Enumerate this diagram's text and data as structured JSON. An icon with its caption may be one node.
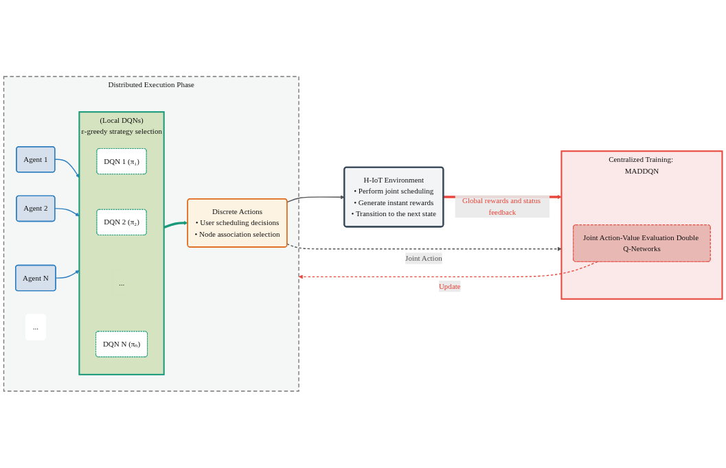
{
  "diagram": {
    "nodes": [
      {
        "text": [
          "Distributed Execution Phase"
        ]
      },
      {
        "text": [
          "Agent 1"
        ],
        "in": 0
      },
      {
        "text": [
          "Agent 2"
        ],
        "in": 0
      },
      {
        "text": [
          "..."
        ],
        "in": 0
      },
      {
        "text": [
          "Agent N"
        ],
        "in": 0
      },
      {
        "text": [
          "(Local DQNs)",
          "ε-greedy strategy selection"
        ],
        "in": 0
      },
      {
        "text": [
          "DQN 1 (π₁)"
        ],
        "in": 5
      },
      {
        "text": [
          "DQN 2 (π₂)"
        ],
        "in": 5
      },
      {
        "text": [
          "..."
        ],
        "in": 5
      },
      {
        "text": [
          "DQN N (πₙ)"
        ],
        "in": 5
      },
      {
        "text": [
          "Discrete Actions",
          "• User scheduling decisions",
          "• Node association selection"
        ],
        "in": 0
      },
      {
        "text": [
          "H-IoT Environment",
          "• Perform joint scheduling",
          "• Generate instant rewards",
          "• Transition to the next state"
        ]
      },
      {
        "text": [
          "Centralized Training: MADDQN"
        ]
      },
      {
        "text": [
          "Joint Action-Value Evaluation Double Q-Networks"
        ],
        "in": 12
      }
    ],
    "edges": [
      {
        "from": 1,
        "to": 5,
        "arrow": "to"
      },
      {
        "from": 2,
        "to": 5,
        "arrow": "to"
      },
      {
        "from": 4,
        "to": 5,
        "arrow": "to"
      },
      {
        "from": 5,
        "to": 10,
        "arrow": "to",
        "style": "thick",
        "color": "#1a9a7a"
      },
      {
        "from": 10,
        "to": 11,
        "arrow": "to",
        "color": "#555555"
      },
      {
        "from": 11,
        "to": 12,
        "arrow": "to",
        "label": "Global rewards and status feedback",
        "style": "thick",
        "color": "#e8473c"
      },
      {
        "from": 10,
        "to": 12,
        "arrow": "to",
        "label": "Joint Action",
        "style": "dashed",
        "color": "#555555"
      },
      {
        "from": 13,
        "to": 0,
        "arrow": "to",
        "label": "Update",
        "style": "dashed",
        "color": "#e8473c"
      }
    ]
  }
}
